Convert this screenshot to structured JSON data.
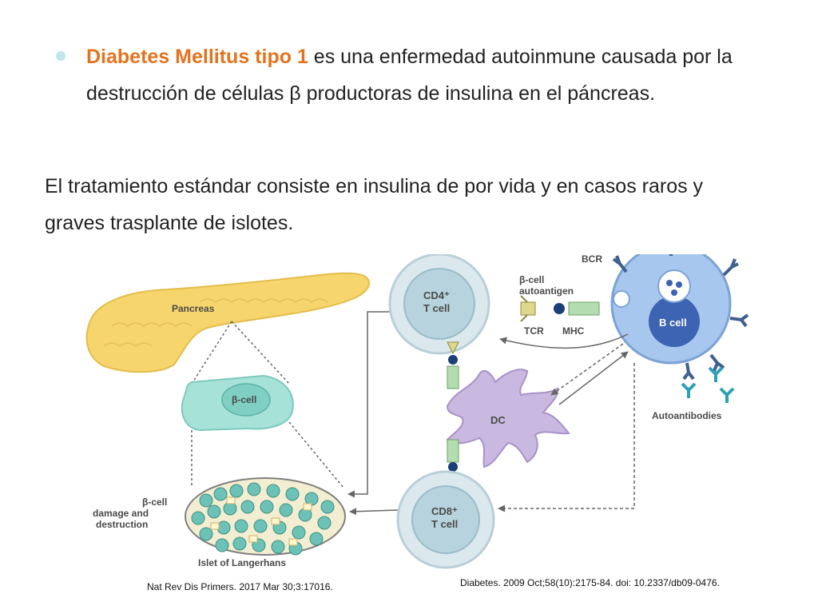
{
  "bullet": {
    "highlight": "Diabetes Mellitus tipo 1",
    "rest": " es una enfermedad autoinmune causada por la destrucción de células β productoras de insulina en el páncreas.",
    "color": "#e3731e"
  },
  "paragraph": "El tratamiento estándar consiste en insulina de por vida y en casos raros y graves trasplante de islotes.",
  "diagram": {
    "pancreas": "Pancreas",
    "beta_cell": "β-cell",
    "damage_1": "β-cell",
    "damage_2": "damage and",
    "damage_3": "destruction",
    "islet": "Islet of Langerhans",
    "cd4_1": "CD4⁺",
    "cd4_2": "T cell",
    "cd8_1": "CD8⁺",
    "cd8_2": "T cell",
    "dc": "DC",
    "bcr": "BCR",
    "autoantigen_1": "β-cell",
    "autoantigen_2": "autoantigen",
    "tcr": "TCR",
    "mhc": "MHC",
    "bcell": "B cell",
    "autoantibodies": "Autoantibodies"
  },
  "references": {
    "left": "Nat Rev Dis Primers. 2017 Mar 30;3:17016.",
    "right": "Diabetes. 2009 Oct;58(10):2175-84. doi: 10.2337/db09-0476."
  }
}
